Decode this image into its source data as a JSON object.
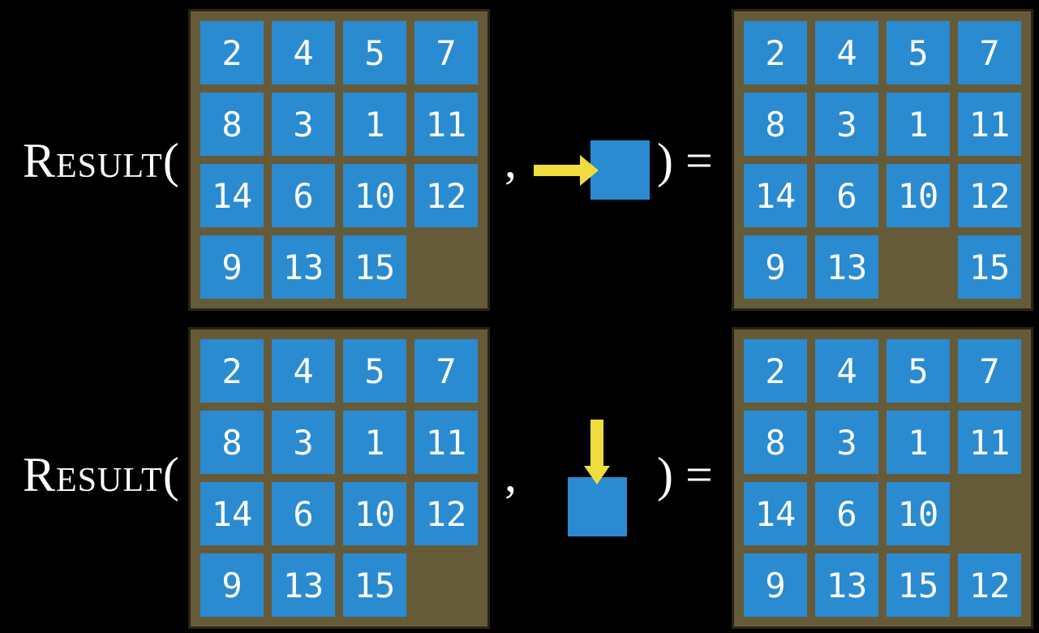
{
  "colors": {
    "background": "#000000",
    "frame": "#665b38",
    "frame_border": "#2b2414",
    "tile": "#2a8bd1",
    "tile_text": "#ffffff",
    "label_text": "#ffffff",
    "arrow": "#eedd3d"
  },
  "labels": {
    "function_open": "Result(",
    "comma": ",",
    "close_equals": ") ="
  },
  "examples": [
    {
      "name": "move-right",
      "action": "right-arrow",
      "input_grid": [
        [
          "2",
          "4",
          "5",
          "7"
        ],
        [
          "8",
          "3",
          "1",
          "11"
        ],
        [
          "14",
          "6",
          "10",
          "12"
        ],
        [
          "9",
          "13",
          "15",
          ""
        ]
      ],
      "output_grid": [
        [
          "2",
          "4",
          "5",
          "7"
        ],
        [
          "8",
          "3",
          "1",
          "11"
        ],
        [
          "14",
          "6",
          "10",
          "12"
        ],
        [
          "9",
          "13",
          "",
          "15"
        ]
      ]
    },
    {
      "name": "move-down",
      "action": "down-arrow",
      "input_grid": [
        [
          "2",
          "4",
          "5",
          "7"
        ],
        [
          "8",
          "3",
          "1",
          "11"
        ],
        [
          "14",
          "6",
          "10",
          "12"
        ],
        [
          "9",
          "13",
          "15",
          ""
        ]
      ],
      "output_grid": [
        [
          "2",
          "4",
          "5",
          "7"
        ],
        [
          "8",
          "3",
          "1",
          "11"
        ],
        [
          "14",
          "6",
          "10",
          ""
        ],
        [
          "9",
          "13",
          "15",
          "12"
        ]
      ]
    }
  ]
}
